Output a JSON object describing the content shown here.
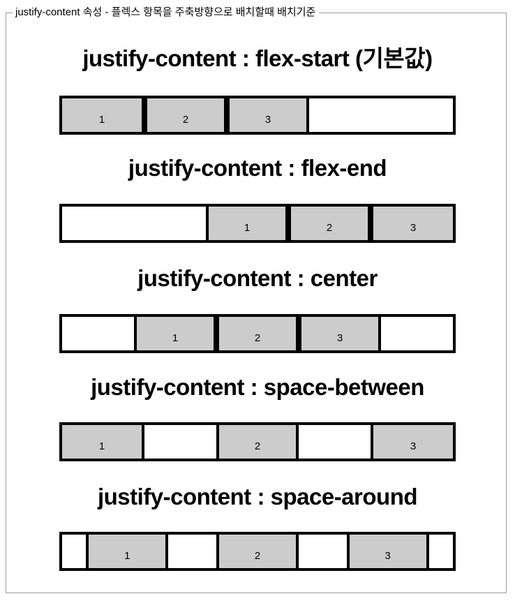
{
  "legend": {
    "text": "justify-content 속성 - 플렉스 항목을 주축방향으로 배치할때 배치기준"
  },
  "colors": {
    "item_fill": "#cccccc",
    "container_border": "#000000",
    "fieldset_border": "#9a9a9a",
    "background": "#ffffff",
    "text": "#000000"
  },
  "sections": [
    {
      "title": "justify-content : flex-start (기본값)",
      "value": "flex-start",
      "items": [
        {
          "label": "1"
        },
        {
          "label": "2"
        },
        {
          "label": "3"
        }
      ]
    },
    {
      "title": "justify-content : flex-end",
      "value": "flex-end",
      "items": [
        {
          "label": "1"
        },
        {
          "label": "2"
        },
        {
          "label": "3"
        }
      ]
    },
    {
      "title": "justify-content : center",
      "value": "center",
      "items": [
        {
          "label": "1"
        },
        {
          "label": "2"
        },
        {
          "label": "3"
        }
      ]
    },
    {
      "title": "justify-content : space-between",
      "value": "space-between",
      "items": [
        {
          "label": "1"
        },
        {
          "label": "2"
        },
        {
          "label": "3"
        }
      ]
    },
    {
      "title": "justify-content : space-around",
      "value": "space-around",
      "items": [
        {
          "label": "1"
        },
        {
          "label": "2"
        },
        {
          "label": "3"
        }
      ]
    }
  ]
}
